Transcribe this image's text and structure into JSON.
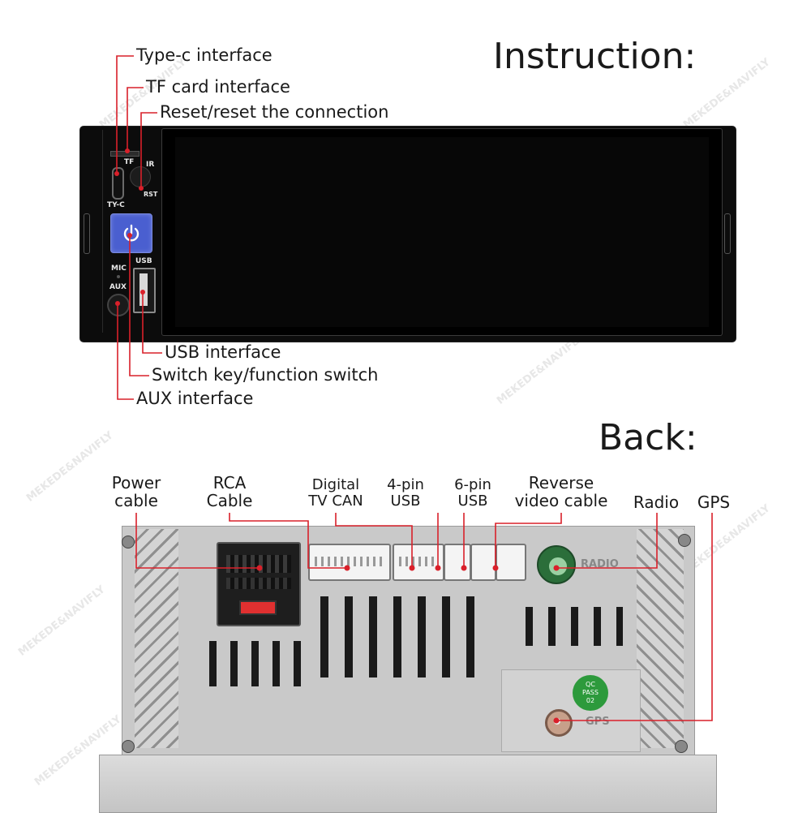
{
  "headings": {
    "instruction": "Instruction:",
    "back": "Back:"
  },
  "front_labels": {
    "type_c": "Type-c interface",
    "tf_card": "TF card interface",
    "reset": "Reset/reset the connection",
    "usb": "USB interface",
    "switch_key": "Switch key/function switch",
    "aux": "AUX interface"
  },
  "panel_marks": {
    "tf": "TF",
    "ir": "IR",
    "rst": "RST",
    "ty_c": "TY-C",
    "mic": "MIC",
    "aux": "AUX",
    "usb": "USB"
  },
  "back_labels": {
    "power": [
      "Power",
      "cable"
    ],
    "rca": [
      "RCA",
      "Cable"
    ],
    "digital_tv": [
      "Digital",
      "TV CAN"
    ],
    "usb4": [
      "4-pin",
      "USB"
    ],
    "usb6": [
      "6-pin",
      "USB"
    ],
    "reverse": [
      "Reverse",
      "video cable"
    ],
    "radio": "Radio",
    "gps": "GPS"
  },
  "unit_marks": {
    "radio_mark": "RADIO",
    "gps_mark": "GPS",
    "qc_sticker": "QC PASS 02"
  },
  "watermark": "MEKEDE&NAVIFLY",
  "colors": {
    "callout": "#d9202a",
    "power_button": "#4a5fd0",
    "panel": "#0c0c0c",
    "chassis": "#c9c9c9"
  }
}
